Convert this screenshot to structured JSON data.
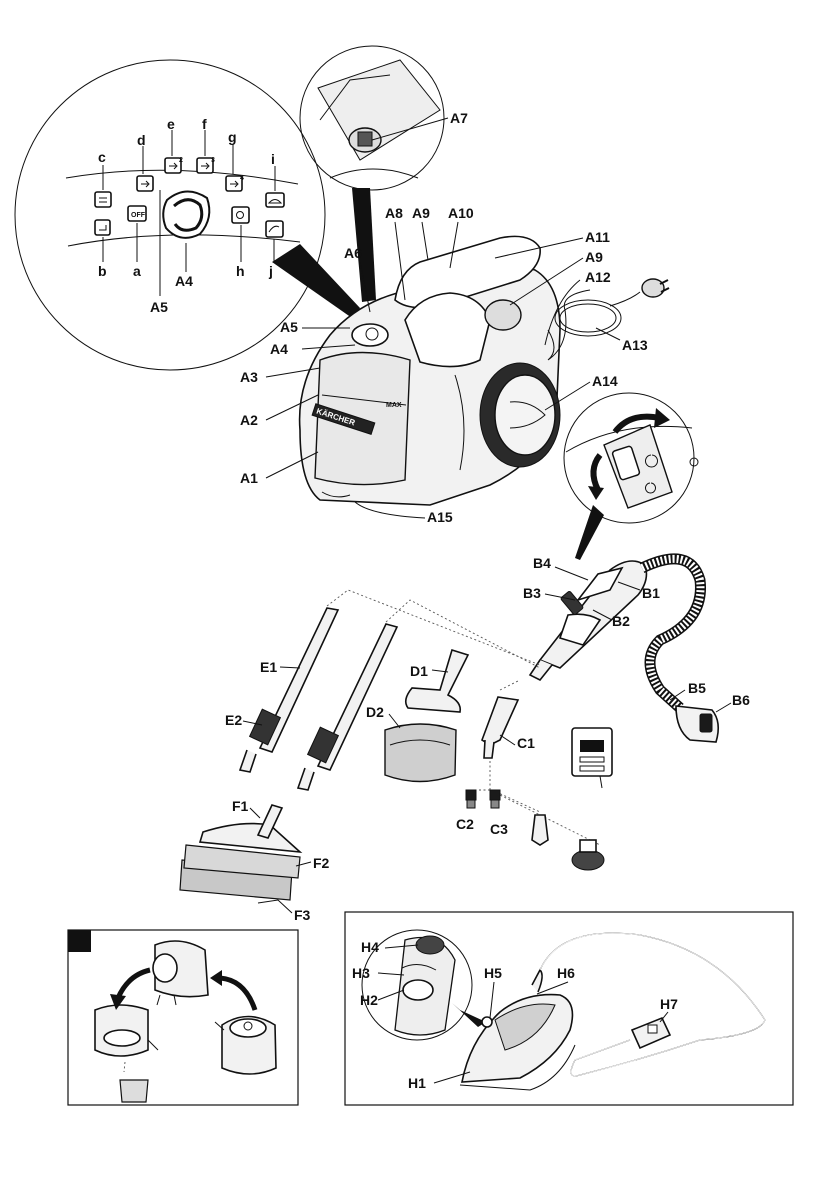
{
  "labels": {
    "c": "c",
    "d": "d",
    "e": "e",
    "f": "f",
    "g": "g",
    "i": "i",
    "b": "b",
    "a": "a",
    "h": "h",
    "j": "j",
    "A1": "A1",
    "A2": "A2",
    "A3": "A3",
    "A4": "A4",
    "A5": "A5",
    "A6": "A6",
    "A7": "A7",
    "A8": "A8",
    "A9": "A9",
    "A10": "A10",
    "A11": "A11",
    "A12": "A12",
    "A13": "A13",
    "A14": "A14",
    "A15": "A15",
    "B1": "B1",
    "B2": "B2",
    "B3": "B3",
    "B4": "B4",
    "B5": "B5",
    "B6": "B6",
    "C1": "C1",
    "C2": "C2",
    "C3": "C3",
    "D1": "D1",
    "D2": "D2",
    "E1": "E1",
    "E2": "E2",
    "F1": "F1",
    "F2": "F2",
    "F3": "F3",
    "H1": "H1",
    "H2": "H2",
    "H3": "H3",
    "H4": "H4",
    "H5": "H5",
    "H6": "H6",
    "H7": "H7"
  },
  "panel_marks": {
    "off": "OFF",
    "mode_2": "2",
    "mode_3": "3",
    "mode_4": "4",
    "max": "MAX"
  },
  "brand": "KÄRCHER"
}
